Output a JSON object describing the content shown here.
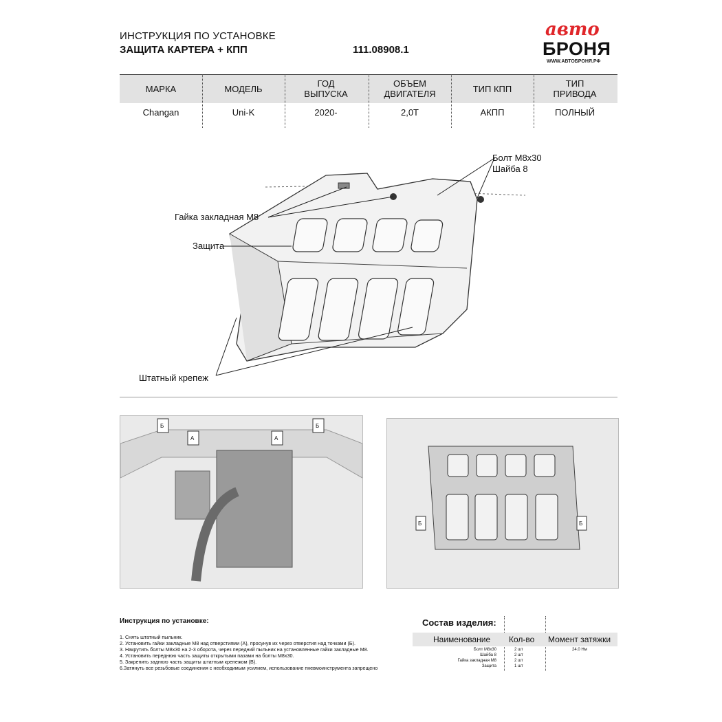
{
  "header": {
    "title_line1": "ИНСТРУКЦИЯ ПО УСТАНОВКЕ",
    "title_line2": "ЗАЩИТА КАРТЕРА + КПП",
    "part_number": "111.08908.1"
  },
  "logo": {
    "script_text": "авто",
    "brand_text": "БРОНЯ",
    "website": "WWW.АВТОБРОНЯ.РФ",
    "accent_color": "#e0262a"
  },
  "spec_table": {
    "headers": [
      [
        "МАРКА"
      ],
      [
        "МОДЕЛЬ"
      ],
      [
        "ГОД",
        "ВЫПУСКА"
      ],
      [
        "ОБЪЕМ",
        "ДВИГАТЕЛЯ"
      ],
      [
        "ТИП КПП"
      ],
      [
        "ТИП",
        "ПРИВОДА"
      ]
    ],
    "values": [
      "Changan",
      "Uni-K",
      "2020-",
      "2,0T",
      "АКПП",
      "ПОЛНЫЙ"
    ]
  },
  "diagram": {
    "label_bolt": "Болт М8х30",
    "label_washer": "Шайба 8",
    "label_nut": "Гайка закладная М8",
    "label_guard": "Защита",
    "label_mount": "Штатный крепеж"
  },
  "photos": {
    "left_markers": [
      "Б",
      "А",
      "А",
      "Б"
    ],
    "right_markers": [
      "Б",
      "Б"
    ]
  },
  "instructions": {
    "title": "Инструкция по установке:",
    "steps": [
      "1. Снять штатный пыльник.",
      "2. Установить гайки закладные М8 над отверстиями (А), просунув их через отверстия над точками (Б).",
      "3. Накрутить болты М8х30 на 2-3 оборота, через передний пыльник на установленные гайки закладные М8.",
      "4. Установить переднюю часть защиты открытыми пазами на болты М8х30.",
      "5. Закрепить заднюю часть защиты штатным крепежом (В).",
      "6.Затянуть все резьбовые соединения с необходимым усилием, использование пневмоинструмента запрещено"
    ]
  },
  "composition": {
    "title": "Состав изделия:",
    "col_name": "Наименование",
    "col_qty": "Кол-во",
    "col_torque": "Момент затяжки",
    "rows": [
      {
        "name": "Болт М8х30",
        "qty": "2 шт",
        "torque": "24.0 Нм"
      },
      {
        "name": "Шайба 8",
        "qty": "2 шт",
        "torque": ""
      },
      {
        "name": "Гайка закладная М8",
        "qty": "2 шт",
        "torque": ""
      },
      {
        "name": "Защита",
        "qty": "1 шт",
        "torque": ""
      }
    ]
  }
}
